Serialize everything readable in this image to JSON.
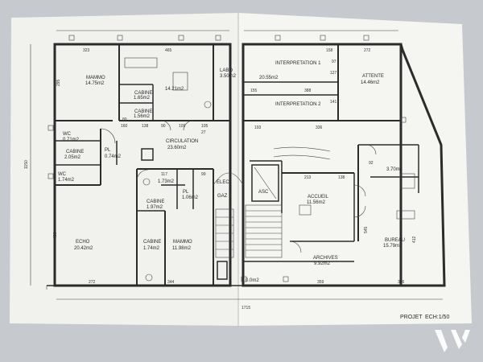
{
  "rooms": [
    {
      "id": "mammo-1",
      "label": "MAMMO",
      "area": "14.75m2"
    },
    {
      "id": "mammo-upper",
      "label": "",
      "area": "14.21m2"
    },
    {
      "id": "cabine-1",
      "label": "CABINE",
      "area": "1.65m2"
    },
    {
      "id": "cabine-2",
      "label": "CABINE",
      "area": "1.56m2"
    },
    {
      "id": "labo",
      "label": "LABO",
      "area": "3.50m2"
    },
    {
      "id": "wc",
      "label": "WC",
      "area": "0.71m2"
    },
    {
      "id": "cabine-3",
      "label": "CABINE",
      "area": "2.05m2"
    },
    {
      "id": "pl-1",
      "label": "PL",
      "area": "0.74m2"
    },
    {
      "id": "wc2",
      "label": "WC",
      "area": "1.74m2"
    },
    {
      "id": "circulation",
      "label": "CIRCULATION",
      "area": "23.60m2"
    },
    {
      "id": "small-1",
      "label": "",
      "area": "1.73m2"
    },
    {
      "id": "pl-2",
      "label": "PL",
      "area": "1.06m2"
    },
    {
      "id": "cabine-4",
      "label": "CABINE",
      "area": "1.97m2"
    },
    {
      "id": "echo",
      "label": "ECHO",
      "area": "20.42m2"
    },
    {
      "id": "cabine-5",
      "label": "CABINE",
      "area": "1.74m2"
    },
    {
      "id": "mammo-2",
      "label": "MAMMO",
      "area": "11.98m2"
    },
    {
      "id": "elec",
      "label": "ELEC",
      "area": ""
    },
    {
      "id": "gaz",
      "label": "GAZ",
      "area": ""
    },
    {
      "id": "interp-1",
      "label": "INTERPRETATION 1",
      "area": "20.55m2"
    },
    {
      "id": "interp-2",
      "label": "INTERPRETATION 2",
      "area": ""
    },
    {
      "id": "attente",
      "label": "ATTENTE",
      "area": "14.46m2"
    },
    {
      "id": "small-2",
      "label": "",
      "area": "3.70m2"
    },
    {
      "id": "asc",
      "label": "ASC",
      "area": ""
    },
    {
      "id": "accueil",
      "label": "ACCUEIL",
      "area": "11.56m2"
    },
    {
      "id": "archives",
      "label": "ARCHIVES",
      "area": "9.92m2"
    },
    {
      "id": "bureau",
      "label": "BUREAU",
      "area": "15.79m2"
    },
    {
      "id": "small-3",
      "label": "",
      "area": "0.0m2"
    }
  ],
  "dimensions": {
    "d323": "323",
    "d465": "465",
    "d295": "295",
    "d160": "160",
    "d138": "138",
    "d90": "90",
    "d109": "109",
    "d105": "105",
    "d80": "80",
    "d27": "27",
    "d117": "117",
    "d99": "99",
    "d1150": "1150",
    "d486": "486",
    "d272": "272",
    "d344": "344",
    "d158": "158",
    "d193": "193",
    "d336": "336",
    "d272b": "272",
    "d388": "388",
    "d155": "155",
    "d213": "213",
    "d138b": "138",
    "d545": "545",
    "d412": "412",
    "d359": "359",
    "d366": "366",
    "d1715": "1715",
    "d92": "92",
    "d97": "97",
    "d127": "127",
    "d141": "141"
  },
  "footer": {
    "project": "PROJET",
    "scale": "ECH:1/50"
  },
  "colors": {
    "paper": "#f3f3f1",
    "ink": "#2b2b2b",
    "background": "#c9cdd1"
  },
  "watermark": {
    "icon": "brand-logo-icon"
  }
}
